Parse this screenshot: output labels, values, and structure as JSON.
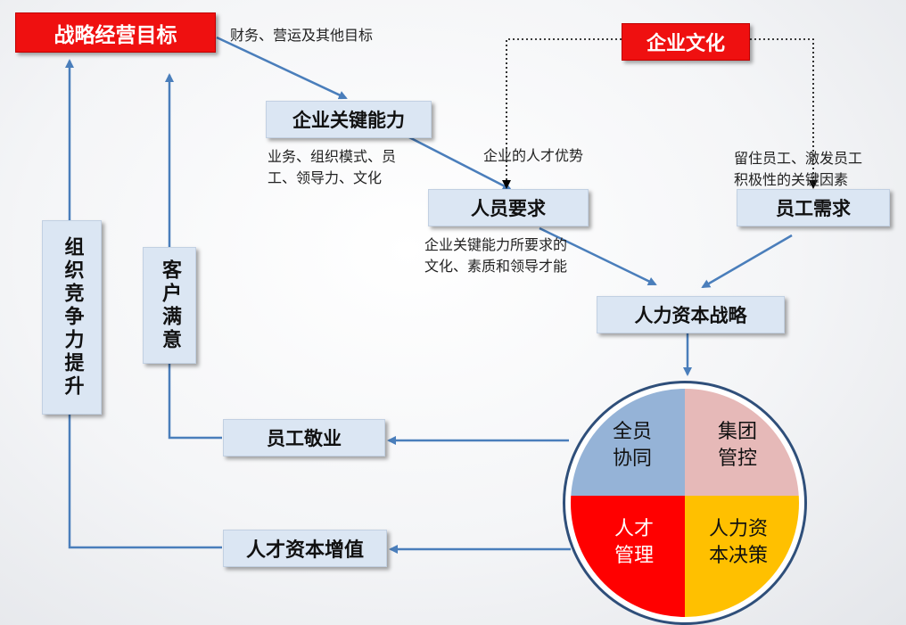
{
  "title": "战略经营目标",
  "culture": "企业文化",
  "key_capability": "企业关键能力",
  "people_requirements": "人员要求",
  "employee_needs": "员工需求",
  "hr_strategy": "人力资本战略",
  "engagement": "员工敬业",
  "capital_appreciation": "人才资本增值",
  "org_competitiveness": "组织竞争力提升",
  "customer_satisfaction": "客户满意",
  "notes": {
    "goals": "财务、营运及其他目标",
    "capability_detail": "业务、组织模式、员\n工、领导力、文化",
    "talent_advantage": "企业的人才优势",
    "retention_factors": "留住员工、激发员工\n积极性的关键因素",
    "requirements_detail": "企业关键能力所要求的\n文化、素质和领导才能"
  },
  "wheel": {
    "q1": "全员\n协同",
    "q2": "集团\n管控",
    "q3": "人才\n管理",
    "q4": "人力资\n本决策"
  },
  "colors": {
    "accent_red": "#ef1010",
    "box_blue": "#dbe6f3",
    "arrow_blue": "#4a7ebb",
    "q1": "#95b3d7",
    "q2": "#e6b9b8",
    "q3": "#ff0000",
    "q4": "#ffc000"
  }
}
